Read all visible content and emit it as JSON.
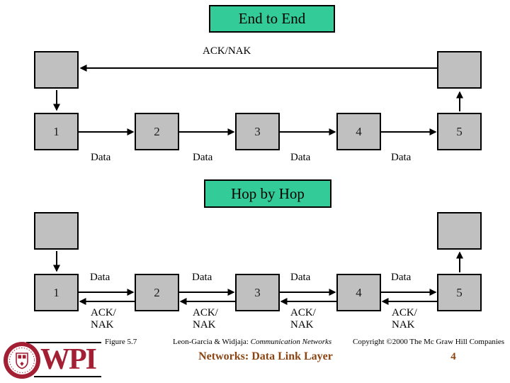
{
  "titles": {
    "end_to_end": "End to End",
    "hop_by_hop": "Hop by Hop"
  },
  "end_to_end": {
    "ack_nak_label": "ACK/NAK",
    "node_labels": [
      "1",
      "2",
      "3",
      "4",
      "5"
    ],
    "data_labels": [
      "Data",
      "Data",
      "Data",
      "Data"
    ]
  },
  "hop_by_hop": {
    "node_labels": [
      "1",
      "2",
      "3",
      "4",
      "5"
    ],
    "data_labels": [
      "Data",
      "Data",
      "Data",
      "Data"
    ],
    "ack_nak_labels": [
      "ACK/\nNAK",
      "ACK/\nNAK",
      "ACK/\nNAK",
      "ACK/\nNAK"
    ]
  },
  "footer": {
    "figure_label": "Figure 5.7",
    "source_text": "Leon-Garcia & Widjaja: ",
    "source_book": "Communication Networks",
    "copyright_text": "Copyright ©2000 The Mc Graw Hill Companies",
    "course_title": "Networks: Data Link Layer",
    "page_number": "4",
    "wpi_wordmark": "WPI"
  },
  "colors": {
    "title_background": "#33CC99",
    "node_fill": "#C0C0C0",
    "footer_accent": "#8B4513",
    "wpi_crimson": "#A31F34"
  }
}
